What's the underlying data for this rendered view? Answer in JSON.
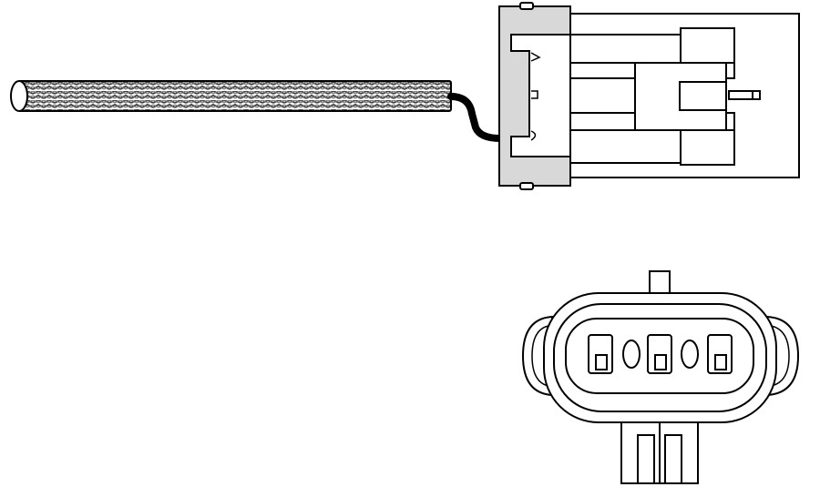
{
  "diagram": {
    "components": [
      {
        "id": "braided-cable",
        "icon": "braided-cable-icon"
      },
      {
        "id": "connector-side-view",
        "icon": "connector-side-icon"
      },
      {
        "id": "connector-front-view",
        "icon": "connector-front-icon"
      }
    ],
    "connector_pin_count": 3,
    "colors": {
      "line": "#000000",
      "fill": "#ffffff",
      "housing_gray": "#d8d8d8",
      "braid": "#4a4a4a"
    }
  }
}
